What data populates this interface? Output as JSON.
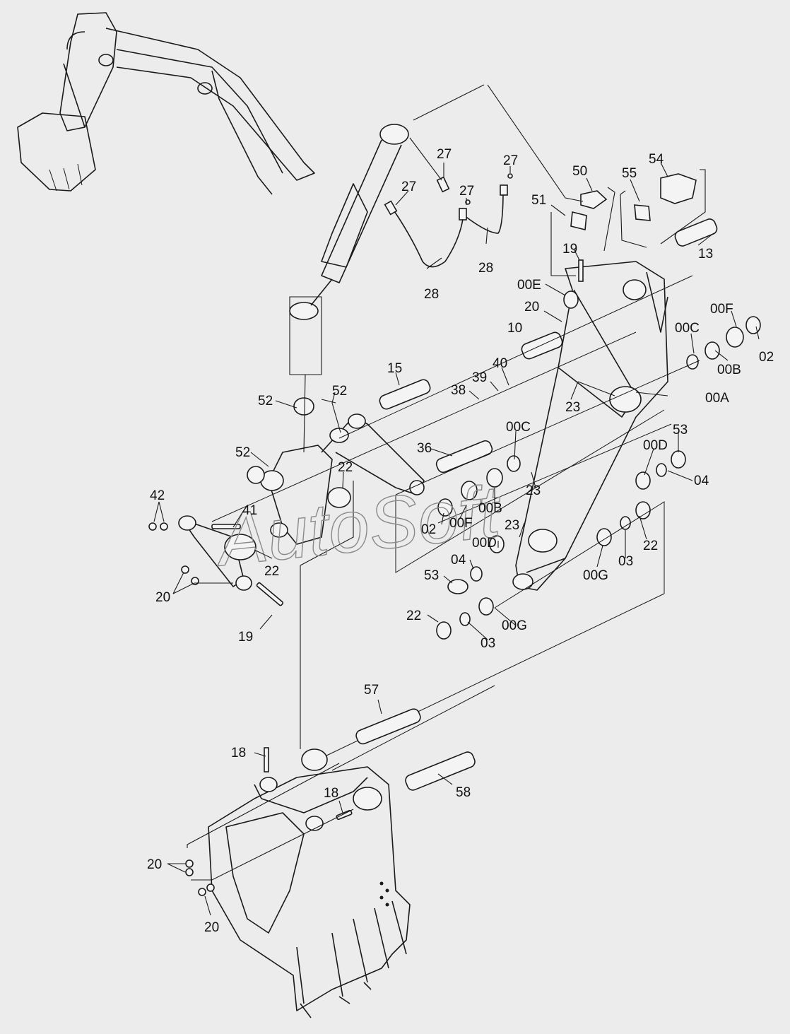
{
  "watermark": "AutoSoft",
  "callouts": {
    "c27a": "27",
    "c27b": "27",
    "c27c": "27",
    "c27d": "27",
    "c28a": "28",
    "c28b": "28",
    "c50": "50",
    "c51": "51",
    "c54": "54",
    "c55": "55",
    "c13": "13",
    "c19a": "19",
    "c00E": "00E",
    "c20a": "20",
    "c00F_r": "00F",
    "c10": "10",
    "c00C_r": "00C",
    "c02_r": "02",
    "c00B_r": "00B",
    "c40": "40",
    "c39": "39",
    "c38": "38",
    "c23a": "23",
    "c00A": "00A",
    "c15": "15",
    "c52a": "52",
    "c52b": "52",
    "c52c": "52",
    "c36": "36",
    "c00C_m": "00C",
    "c53a": "53",
    "c00D_r": "00D",
    "c04_r": "04",
    "c22a": "22",
    "c42": "42",
    "c41": "41",
    "c23b": "23",
    "c00F_m": "00F",
    "c00B_m": "00B",
    "c02_m": "02",
    "c23c": "23",
    "c22b": "22",
    "c00D_m": "00D",
    "c04_m": "04",
    "c53b": "53",
    "c00G_r": "00G",
    "c03_r": "03",
    "c22c": "22",
    "c20b": "20",
    "c19b": "19",
    "c22d": "22",
    "c03_m": "03",
    "c00G_m": "00G",
    "c57": "57",
    "c18a": "18",
    "c18b": "18",
    "c58": "58",
    "c20c": "20",
    "c20d": "20"
  }
}
